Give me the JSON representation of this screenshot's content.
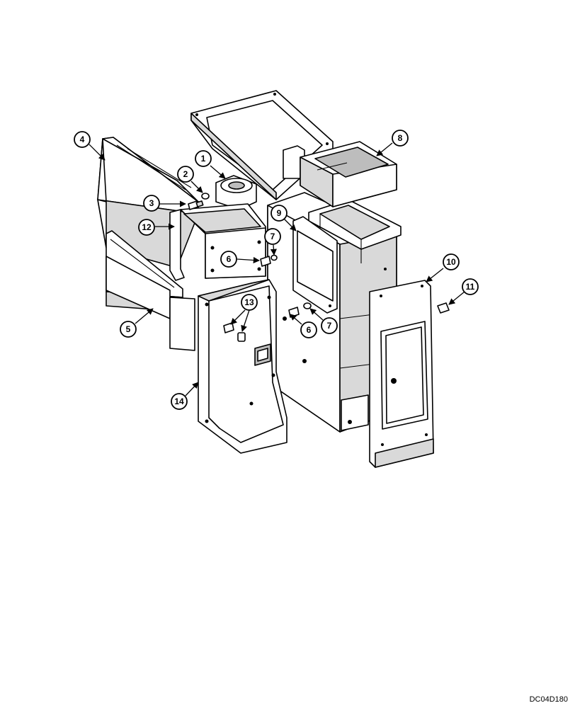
{
  "drawing_code": "DC04D180",
  "callouts": [
    {
      "label": "1"
    },
    {
      "label": "2"
    },
    {
      "label": "3"
    },
    {
      "label": "4"
    },
    {
      "label": "5"
    },
    {
      "label": "6"
    },
    {
      "label": "6"
    },
    {
      "label": "7"
    },
    {
      "label": "7"
    },
    {
      "label": "8"
    },
    {
      "label": "9"
    },
    {
      "label": "10"
    },
    {
      "label": "11"
    },
    {
      "label": "12"
    },
    {
      "label": "13"
    },
    {
      "label": "14"
    }
  ]
}
